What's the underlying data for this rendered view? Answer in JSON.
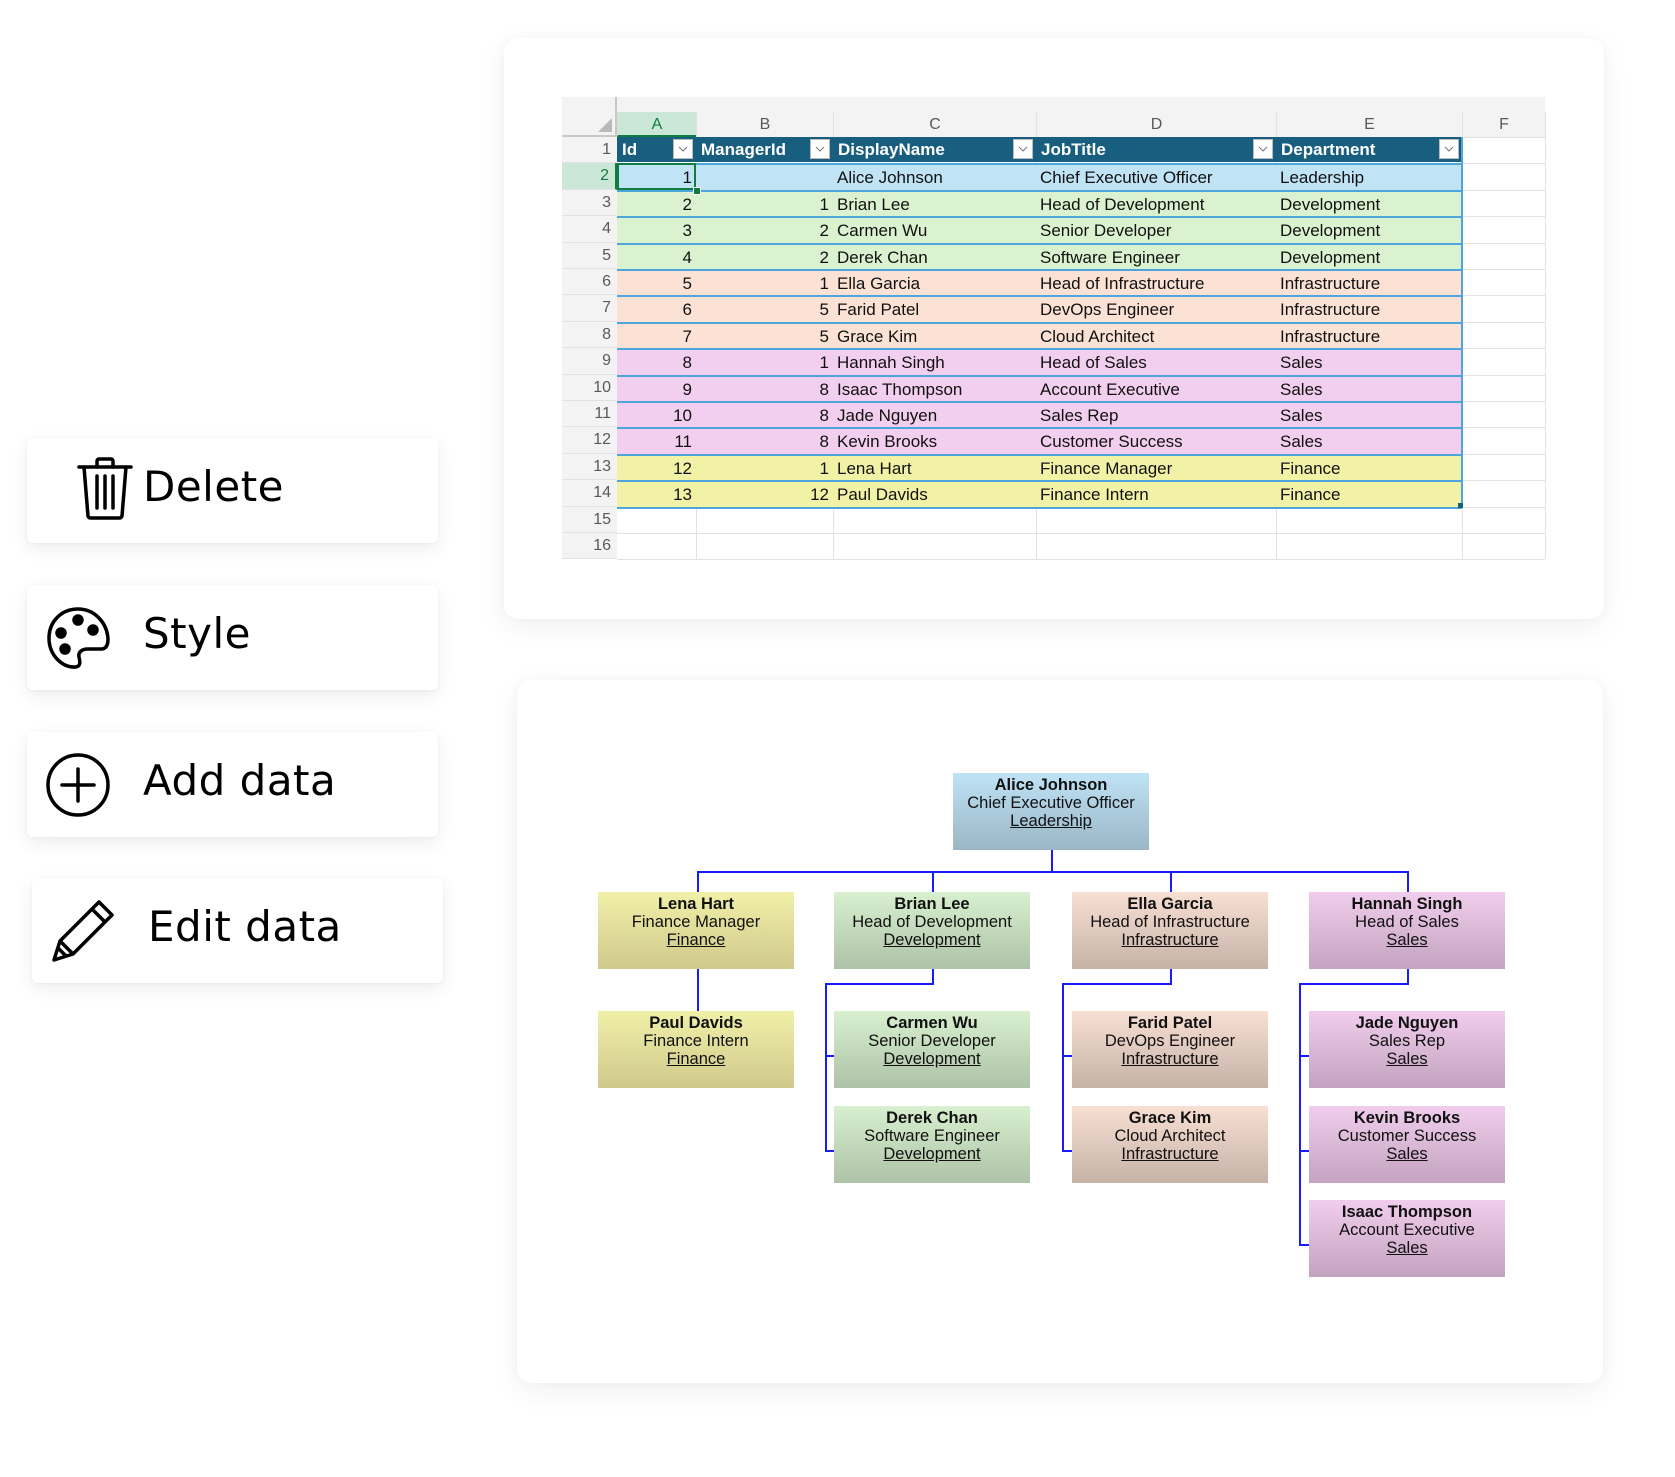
{
  "actions": [
    {
      "id": "delete",
      "label": "Delete",
      "icon": "trash-icon"
    },
    {
      "id": "style",
      "label": "Style",
      "icon": "palette-icon"
    },
    {
      "id": "add",
      "label": "Add data",
      "icon": "plus-circle-icon"
    },
    {
      "id": "edit",
      "label": "Edit data",
      "icon": "pencil-icon"
    }
  ],
  "sheet": {
    "columns": [
      "A",
      "B",
      "C",
      "D",
      "E",
      "F"
    ],
    "rows": [
      "1",
      "2",
      "3",
      "4",
      "5",
      "6",
      "7",
      "8",
      "9",
      "10",
      "11",
      "12",
      "13",
      "14",
      "15",
      "16"
    ],
    "selected_cell": "A2",
    "headers": [
      "Id",
      "ManagerId",
      "DisplayName",
      "JobTitle",
      "Department"
    ],
    "data": [
      {
        "id": "1",
        "manager": "",
        "name": "Alice Johnson",
        "title": "Chief Executive Officer",
        "dept": "Leadership"
      },
      {
        "id": "2",
        "manager": "1",
        "name": "Brian Lee",
        "title": "Head of Development",
        "dept": "Development"
      },
      {
        "id": "3",
        "manager": "2",
        "name": "Carmen Wu",
        "title": "Senior Developer",
        "dept": "Development"
      },
      {
        "id": "4",
        "manager": "2",
        "name": "Derek Chan",
        "title": "Software Engineer",
        "dept": "Development"
      },
      {
        "id": "5",
        "manager": "1",
        "name": "Ella Garcia",
        "title": "Head of Infrastructure",
        "dept": "Infrastructure"
      },
      {
        "id": "6",
        "manager": "5",
        "name": "Farid Patel",
        "title": "DevOps Engineer",
        "dept": "Infrastructure"
      },
      {
        "id": "7",
        "manager": "5",
        "name": "Grace Kim",
        "title": "Cloud Architect",
        "dept": "Infrastructure"
      },
      {
        "id": "8",
        "manager": "1",
        "name": "Hannah Singh",
        "title": "Head of Sales",
        "dept": "Sales"
      },
      {
        "id": "9",
        "manager": "8",
        "name": "Isaac Thompson",
        "title": "Account Executive",
        "dept": "Sales"
      },
      {
        "id": "10",
        "manager": "8",
        "name": "Jade Nguyen",
        "title": "Sales Rep",
        "dept": "Sales"
      },
      {
        "id": "11",
        "manager": "8",
        "name": "Kevin Brooks",
        "title": "Customer Success",
        "dept": "Sales"
      },
      {
        "id": "12",
        "manager": "1",
        "name": "Lena Hart",
        "title": "Finance Manager",
        "dept": "Finance"
      },
      {
        "id": "13",
        "manager": "12",
        "name": "Paul Davids",
        "title": "Finance Intern",
        "dept": "Finance"
      }
    ]
  },
  "dept_colors": {
    "Leadership": {
      "row": "#c0e4f6",
      "top": "#bfe3f5",
      "bottom": "#9ab6c6"
    },
    "Development": {
      "row": "#daf2d0",
      "top": "#d8f0cf",
      "bottom": "#aec2a7"
    },
    "Infrastructure": {
      "row": "#fbe2d5",
      "top": "#f8dfd3",
      "bottom": "#c7b2a8"
    },
    "Sales": {
      "row": "#f2cfee",
      "top": "#f0cdec",
      "bottom": "#c3a3c0"
    },
    "Finance": {
      "row": "#f2f2a6",
      "top": "#f0f0a8",
      "bottom": "#cfc98c"
    }
  },
  "org_chart": {
    "nodes": [
      {
        "key": "alice",
        "name": "Alice Johnson",
        "title": "Chief Executive Officer",
        "dept": "Leadership"
      },
      {
        "key": "lena",
        "name": "Lena Hart",
        "title": "Finance Manager",
        "dept": "Finance"
      },
      {
        "key": "brian",
        "name": "Brian Lee",
        "title": "Head of Development",
        "dept": "Development"
      },
      {
        "key": "ella",
        "name": "Ella Garcia",
        "title": "Head of Infrastructure",
        "dept": "Infrastructure"
      },
      {
        "key": "hannah",
        "name": "Hannah Singh",
        "title": "Head of Sales",
        "dept": "Sales"
      },
      {
        "key": "paul",
        "name": "Paul Davids",
        "title": "Finance Intern",
        "dept": "Finance"
      },
      {
        "key": "carmen",
        "name": "Carmen Wu",
        "title": "Senior Developer",
        "dept": "Development"
      },
      {
        "key": "derek",
        "name": "Derek Chan",
        "title": "Software Engineer",
        "dept": "Development"
      },
      {
        "key": "farid",
        "name": "Farid Patel",
        "title": "DevOps Engineer",
        "dept": "Infrastructure"
      },
      {
        "key": "grace",
        "name": "Grace Kim",
        "title": "Cloud Architect",
        "dept": "Infrastructure"
      },
      {
        "key": "jade",
        "name": "Jade Nguyen",
        "title": "Sales Rep",
        "dept": "Sales"
      },
      {
        "key": "kevin",
        "name": "Kevin Brooks",
        "title": "Customer Success",
        "dept": "Sales"
      },
      {
        "key": "isaac",
        "name": "Isaac Thompson",
        "title": "Account Executive",
        "dept": "Sales"
      }
    ],
    "connector_color": "#1a1aff"
  }
}
